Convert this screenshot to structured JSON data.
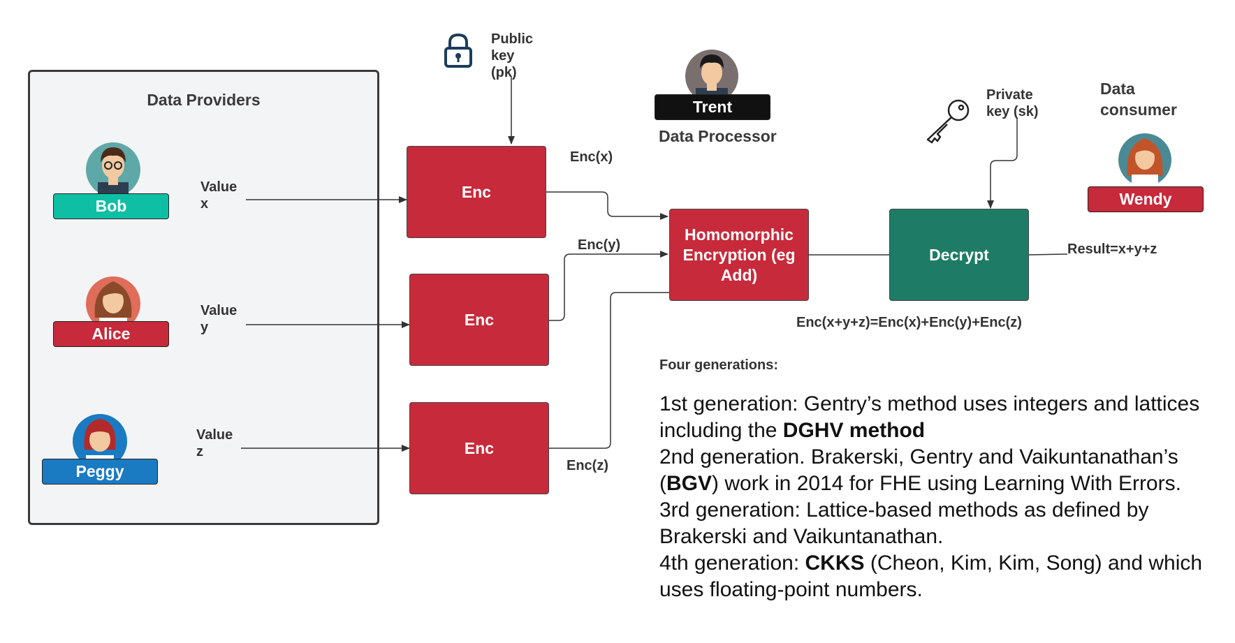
{
  "providers": {
    "title": "Data Providers",
    "people": [
      {
        "name": "Bob",
        "value_label": "Value",
        "value_var": "x",
        "color": "#0fbfa3"
      },
      {
        "name": "Alice",
        "value_label": "Value",
        "value_var": "y",
        "color": "#c72a3b"
      },
      {
        "name": "Peggy",
        "value_label": "Value",
        "value_var": "z",
        "color": "#1a7ac2"
      }
    ]
  },
  "public_key": {
    "line1": "Public",
    "line2": "key",
    "line3": "(pk)"
  },
  "enc_boxes": [
    "Enc",
    "Enc",
    "Enc"
  ],
  "enc_outputs": [
    "Enc(x)",
    "Enc(y)",
    "Enc(z)"
  ],
  "processor": {
    "name": "Trent",
    "role": "Data Processor"
  },
  "homomorphic": {
    "line1": "Homomorphic",
    "line2": "Encryption (eg",
    "line3": "Add)"
  },
  "private_key": {
    "line1": "Private",
    "line2": "key (sk)"
  },
  "decrypt": "Decrypt",
  "result": "Result=x+y+z",
  "equation": "Enc(x+y+z)=Enc(x)+Enc(y)+Enc(z)",
  "consumer": {
    "line1": "Data",
    "line2": "consumer",
    "name": "Wendy",
    "color": "#c72a3b"
  },
  "generations": {
    "heading": "Four generations:",
    "g1_a": "1st generation: Gentry’s method uses integers and lattices including the ",
    "g1_b": "DGHV method",
    "g2_a": "2nd generation. Brakerski, Gentry and Vaikuntanathan’s (",
    "g2_b": "BGV",
    "g2_c": ") work in 2014 for FHE using Learning With Errors.",
    "g3": "3rd generation: Lattice-based methods as defined by Brakerski and Vaikuntanathan.",
    "g4_a": "4th generation: ",
    "g4_b": "CKKS",
    "g4_c": " (Cheon, Kim, Kim, Song) and which uses floating-point numbers."
  },
  "colors": {
    "enc": "#c72a3b",
    "decrypt": "#1e7c66",
    "bob": "#0fbfa3",
    "peggy": "#1a7ac2"
  }
}
